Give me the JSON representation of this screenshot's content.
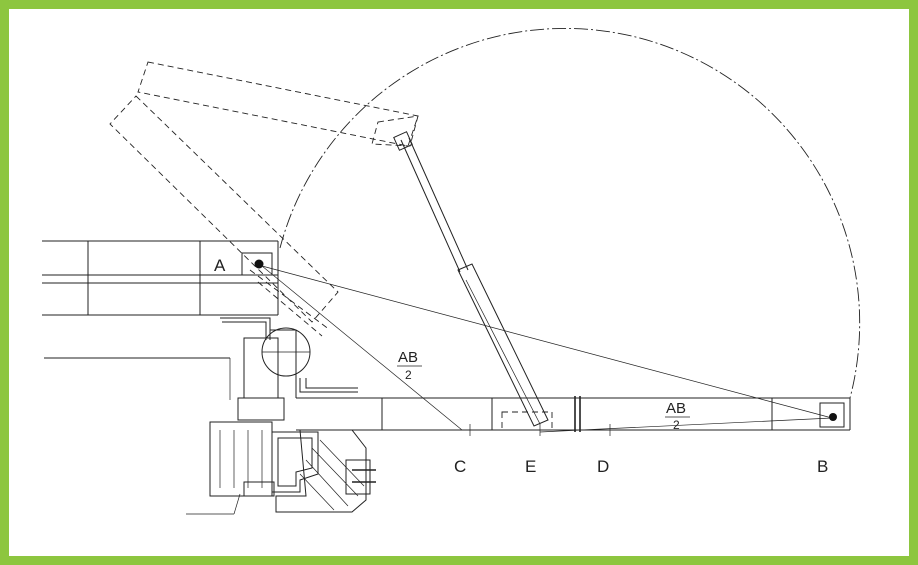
{
  "frame": {
    "border_color": "#8dc63f"
  },
  "labels": {
    "point_a": "A",
    "point_b": "B",
    "point_c": "C",
    "point_d": "D",
    "point_e": "E"
  },
  "annotations": {
    "ab_half_upper": {
      "numerator": "AB",
      "denominator": "2"
    },
    "ab_half_lower": {
      "numerator": "AB",
      "denominator": "2"
    }
  }
}
